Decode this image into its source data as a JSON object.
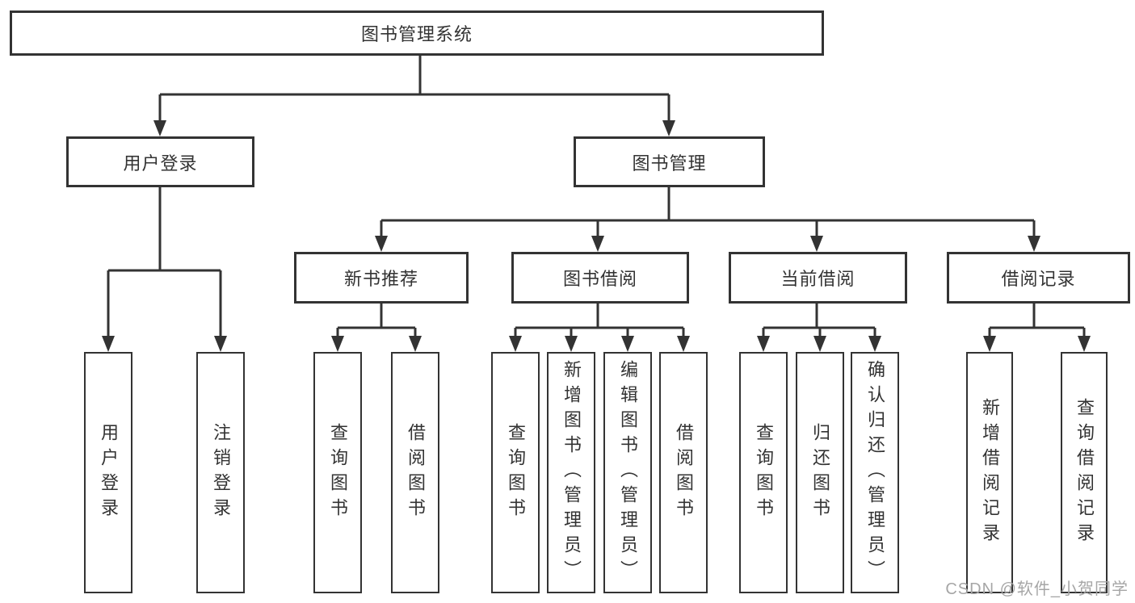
{
  "diagram": {
    "title": "图书管理系统",
    "children": [
      {
        "label": "用户登录",
        "children": [
          {
            "label": "用户登录"
          },
          {
            "label": "注销登录"
          }
        ]
      },
      {
        "label": "图书管理",
        "children": [
          {
            "label": "新书推荐",
            "children": [
              {
                "label": "查询图书"
              },
              {
                "label": "借阅图书"
              }
            ]
          },
          {
            "label": "图书借阅",
            "children": [
              {
                "label": "查询图书"
              },
              {
                "label": "新增图书（管理员）"
              },
              {
                "label": "编辑图书（管理员）"
              },
              {
                "label": "借阅图书"
              }
            ]
          },
          {
            "label": "当前借阅",
            "children": [
              {
                "label": "查询图书"
              },
              {
                "label": "归还图书"
              },
              {
                "label": "确认归还（管理员）"
              }
            ]
          },
          {
            "label": "借阅记录",
            "children": [
              {
                "label": "新增借阅记录"
              },
              {
                "label": "查询借阅记录"
              }
            ]
          }
        ]
      }
    ]
  },
  "watermark": "CSDN @软件_小贺同学",
  "colors": {
    "line": "#333333",
    "box_background": "#ffffff",
    "text": "#333333",
    "watermark": "#a6a6a6"
  }
}
